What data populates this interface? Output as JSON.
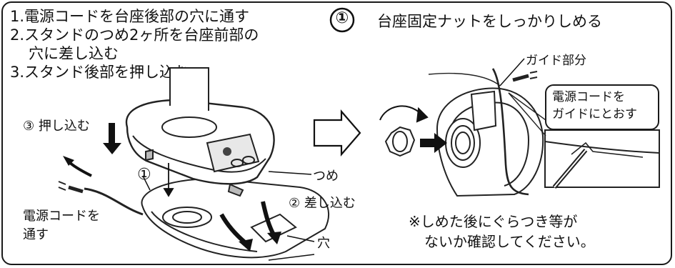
{
  "steps": {
    "line1": "1.電源コードを台座後部の穴に通す",
    "line2a": "2.スタンドのつめ2ヶ所を台座前部の",
    "line2b": "穴に差し込む",
    "line3": "3.スタンド後部を押し込む"
  },
  "labels": {
    "push_in": "③ 押し込む",
    "circle1": "①",
    "claw": "つめ",
    "insert": "② 差し込む",
    "hole": "穴",
    "cord_pass_1": "電源コードを",
    "cord_pass_2": "通す"
  },
  "right_panel": {
    "step_number": "①",
    "title": "台座固定ナットをしっかりしめる",
    "guide_label": "ガイド部分",
    "callout_1": "電源コードを",
    "callout_2": "ガイドにとおす",
    "note_1": "※しめた後にぐらつき等が",
    "note_2": "ないか確認してください。"
  }
}
